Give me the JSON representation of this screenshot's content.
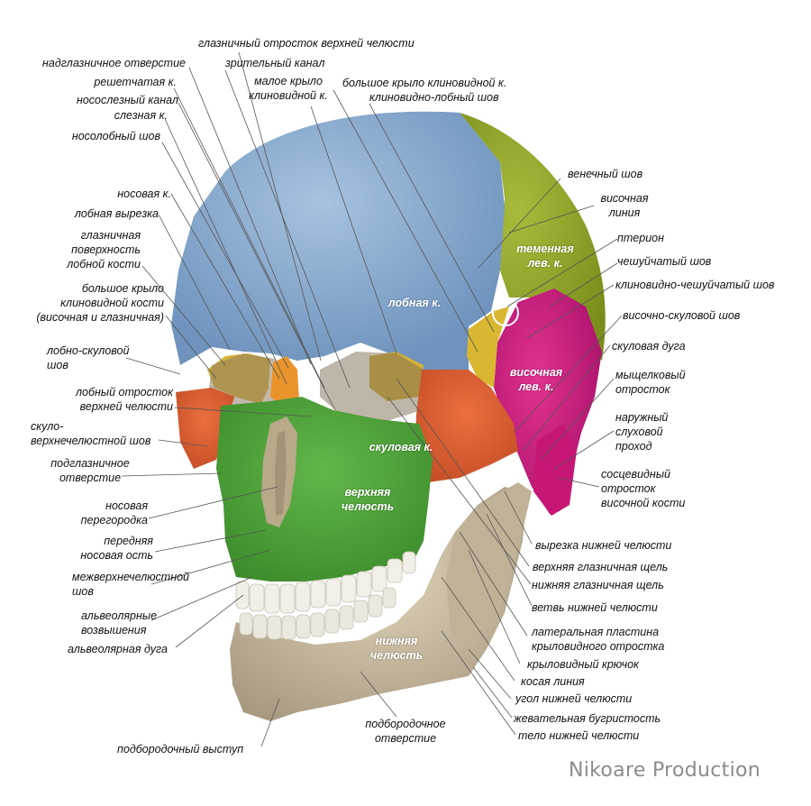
{
  "labels": {
    "glaz_otr": "глазничный отросток верхней челюсти",
    "nadglaz": "надглазничное отверстие",
    "zritel": "зрительный канал",
    "reshet": "решетчатая к.",
    "nososl_kanal": "носослезный канал",
    "maloe_krylo": "малое крыло\nклиновидной к.",
    "bolshoe_krylo_top": "большое крыло клиновидной к.",
    "klin_lob": "клиновидно-лобный шов",
    "slez": "слезная к.",
    "nosolob": "носолобный шов",
    "venech": "венечный шов",
    "visoch_liniya": "височная\nлиния",
    "nosovaya": "носовая к.",
    "lob_vyrez": "лобная вырезка",
    "pterion": "птерион",
    "glaz_pov": "глазничная\nповерхность\nлобной кости",
    "cheshuy": "чешуйчатый шов",
    "klin_cheshuy": "клиновидно-чешуйчатый шов",
    "bolshoe_krylo_left": "большое крыло\nклиновидной кости\n(височная и глазничная)",
    "visoch_skul": "височно-скуловой шов",
    "lob_skul": "лобно-скуловой\nшов",
    "skul_duga": "скуловая дуга",
    "mysch": "мыщелковый\nотросток",
    "lob_otr": "лобный отросток\nверхней челюсти",
    "naruzh": "наружный\nслуховой\nпроход",
    "skulo_verh": "скуло-\nверхнечелюстной шов",
    "podglaz": "подглазничное\nотверстие",
    "socev": "сосцевидный\nотросток\nвисочной кости",
    "nos_peregor": "носовая\nперегородка",
    "vyrezka_nizh": "вырезка нижней челюсти",
    "perednyaya": "передняя\nносовая ость",
    "verh_glaz_shel": "верхняя глазничная щель",
    "mezhverh": "межверхнечелюстной\nшов",
    "nizh_glaz_shel": "нижняя глазничная щель",
    "vetv": "ветвь нижней челюсти",
    "alv_vozv": "альвеолярные\nвозвышения",
    "lat_plast": "латеральная пластина\nкрыловидного отростка",
    "alv_duga": "альвеолярная дуга",
    "kryl_kryuch": "крыловидный крючок",
    "kosaya": "косая линия",
    "ugol": "угол нижней челюсти",
    "podborod_otv": "подбородочное\nотверстие",
    "zhevat": "жевательная бугристость",
    "telo": "тело нижней челюсти",
    "podborod_vyst": "подбородочный выступ"
  },
  "bones": {
    "lobnaya": "лобная к.",
    "temennaya": "теменная\nлев. к.",
    "visochnaya": "височная\nлев. к.",
    "skulovaya": "скуловая к.",
    "verhnyaya": "верхняя\nчелюсть",
    "nizhnyaya": "нижняя\nчелюсть"
  },
  "colors": {
    "frontal": "#8fb0d3",
    "parietal": "#94a82b",
    "temporal": "#d21c80",
    "zygomatic": "#e0602f",
    "maxilla": "#4fa63a",
    "mandible": "#d1c4a8",
    "sphenoid": "#d9b730",
    "nasal": "#e8942a",
    "teeth": "#f1efe7",
    "leader": "#555555"
  },
  "brand": "Nikoare Production"
}
